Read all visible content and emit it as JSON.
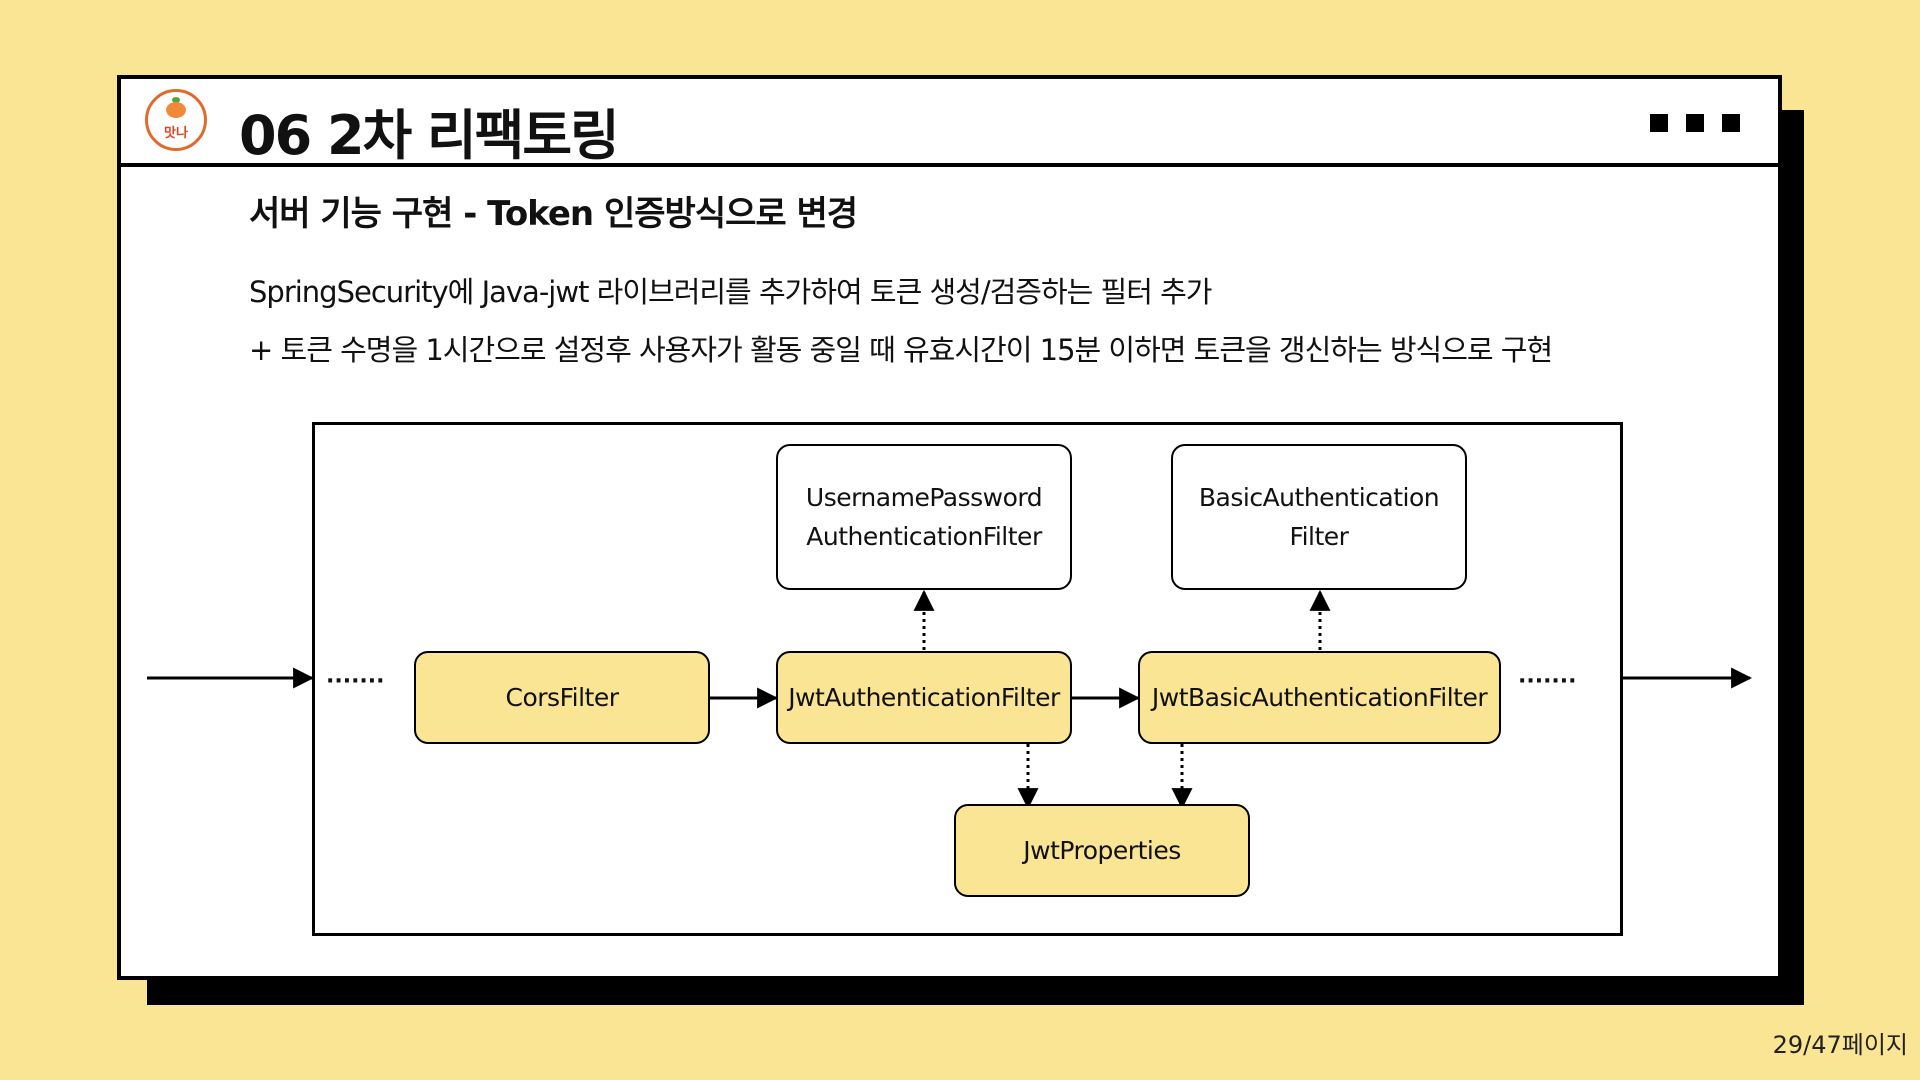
{
  "header": {
    "logo_text": "맛나",
    "title": "06  2차 리팩토링"
  },
  "content": {
    "subtitle": "서버 기능 구현 - Token 인증방식으로 변경",
    "line1": "SpringSecurity에 Java-jwt 라이브러리를 추가하여 토큰 생성/검증하는 필터 추가",
    "line2": "+ 토큰 수명을 1시간으로 설정후 사용자가 활동 중일 때 유효시간이 15분 이하면 토큰을 갱신하는 방식으로 구현"
  },
  "diagram": {
    "ellipsis_left": "·······",
    "ellipsis_right": "·······",
    "nodes": {
      "cors": "CorsFilter",
      "jwt_auth": "JwtAuthenticationFilter",
      "jwt_basic": "JwtBasicAuthenticationFilter",
      "jwt_props": "JwtProperties",
      "upaf_line1": "UsernamePassword",
      "upaf_line2": "AuthenticationFilter",
      "baf_line1": "BasicAuthentication",
      "baf_line2": "Filter"
    }
  },
  "footer": {
    "page_indicator": "29/47페이지"
  },
  "colors": {
    "background": "#fae594",
    "box_fill": "#fae594",
    "ink": "#000000",
    "logo_accent": "#e06a2a"
  }
}
